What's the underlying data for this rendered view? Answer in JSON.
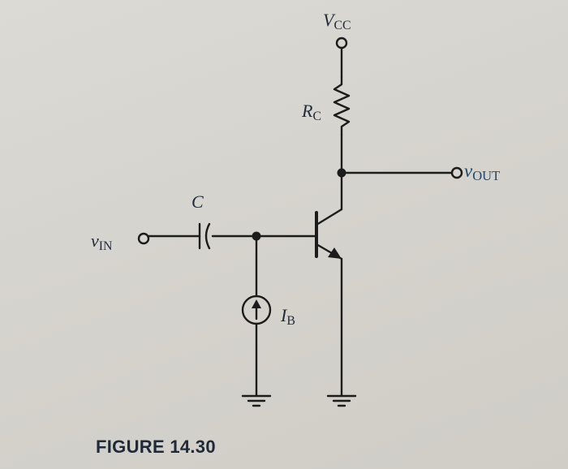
{
  "labels": {
    "vcc": "V",
    "vcc_sub": "CC",
    "rc": "R",
    "rc_sub": "C",
    "c": "C",
    "ib": "I",
    "ib_sub": "B",
    "vin": "v",
    "vin_sub": "IN",
    "vout": "v",
    "vout_sub": "OUT"
  },
  "caption": "FIGURE 14.30",
  "colors": {
    "wire": "#1c1c1c",
    "label": "#1f2b3a",
    "output_label": "#1a4a70",
    "paper": "#d8d6d0"
  }
}
